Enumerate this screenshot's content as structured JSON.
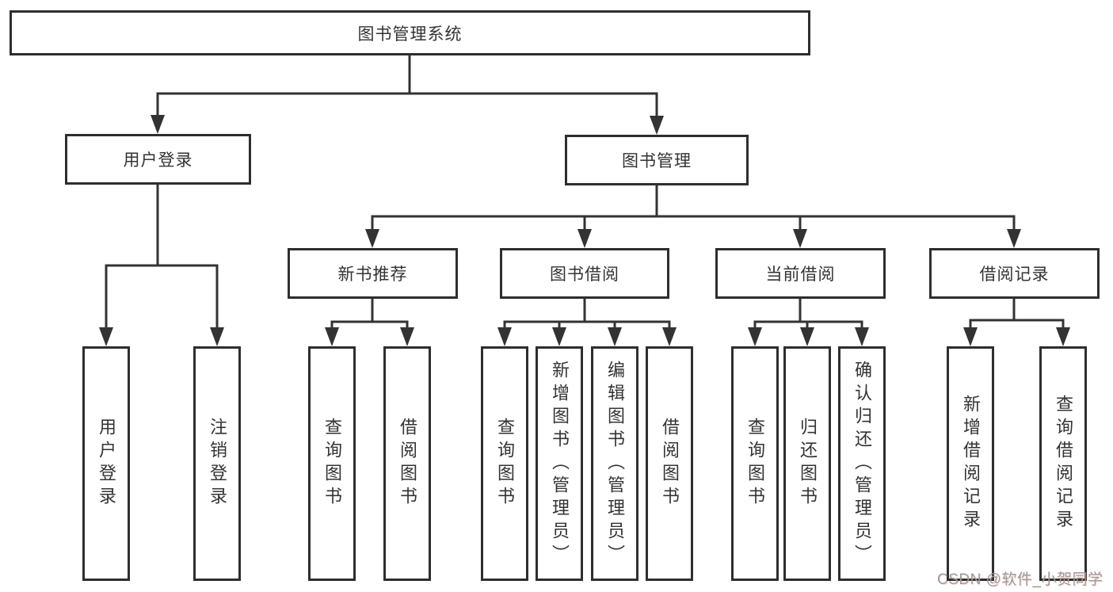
{
  "diagram": {
    "root": {
      "label": "图书管理系统"
    },
    "branches": [
      {
        "label": "用户登录",
        "children": [
          {
            "label": "用户登录"
          },
          {
            "label": "注销登录"
          }
        ]
      },
      {
        "label": "图书管理",
        "groups": [
          {
            "label": "新书推荐",
            "children": [
              {
                "label": "查询图书"
              },
              {
                "label": "借阅图书"
              }
            ]
          },
          {
            "label": "图书借阅",
            "children": [
              {
                "label": "查询图书"
              },
              {
                "label": "新增图书（管理员）"
              },
              {
                "label": "编辑图书（管理员）"
              },
              {
                "label": "借阅图书"
              }
            ]
          },
          {
            "label": "当前借阅",
            "children": [
              {
                "label": "查询图书"
              },
              {
                "label": "归还图书"
              },
              {
                "label": "确认归还（管理员）"
              }
            ]
          },
          {
            "label": "借阅记录",
            "children": [
              {
                "label": "新增借阅记录"
              },
              {
                "label": "查询借阅记录"
              }
            ]
          }
        ]
      }
    ]
  },
  "watermark": {
    "text": "CSDN @软件_小贺同学"
  },
  "colors": {
    "border": "#2e2e2e",
    "line": "#333333",
    "text": "#333333",
    "watermark": "#9b9b9b",
    "background": "#ffffff"
  }
}
